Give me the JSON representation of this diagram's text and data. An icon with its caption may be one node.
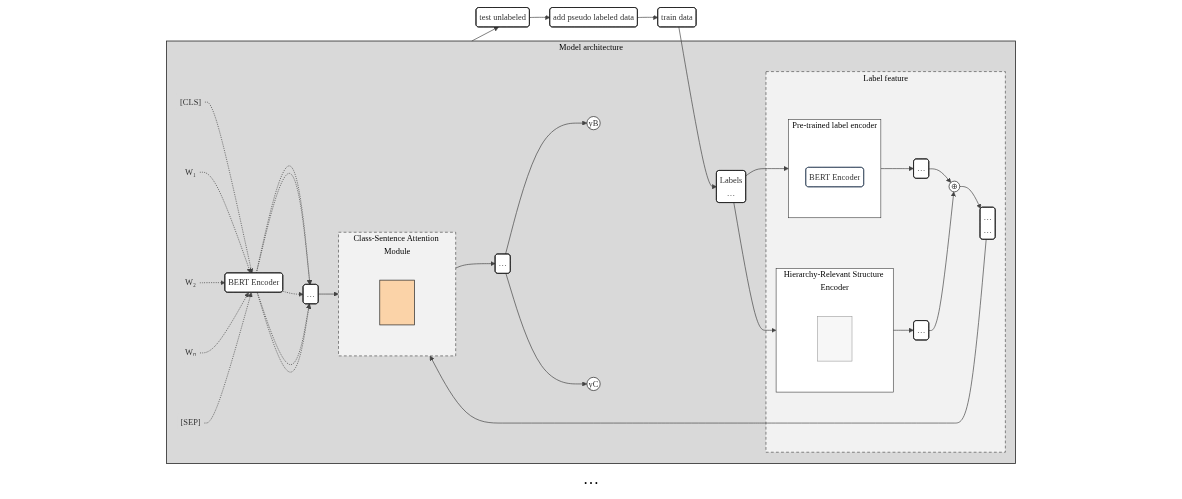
{
  "diagram": {
    "nodes": [
      {
        "text": [
          "train data"
        ]
      },
      {
        "text": [
          "Model architecture"
        ]
      },
      {
        "text": [
          "Labels",
          "…"
        ],
        "in": 1
      },
      {
        "text": [
          "Label feature"
        ],
        "in": 1
      },
      {
        "text": [
          "Pre-trained label encoder"
        ],
        "in": 3
      },
      {
        "text": [
          "BERT Encoder"
        ],
        "in": 4
      },
      {
        "text": [
          "Hierarchy-Relevant Structure Encoder"
        ],
        "in": 3
      },
      {
        "text": [],
        "shape": "box",
        "in": 6
      },
      {
        "text": [
          "…"
        ],
        "in": 3
      },
      {
        "text": [
          "…"
        ],
        "in": 3
      },
      {
        "text": [
          "⊕"
        ],
        "in": 3
      },
      {
        "text": [
          "…",
          "…"
        ],
        "in": 3
      },
      {
        "text": [
          "[CLS]"
        ],
        "in": 1
      },
      {
        "text": [
          "W₁"
        ],
        "in": 1
      },
      {
        "text": [
          "W₂"
        ],
        "in": 1
      },
      {
        "text": [
          "Wₙ"
        ],
        "in": 1
      },
      {
        "text": [
          "[SEP]"
        ],
        "in": 1
      },
      {
        "text": [
          "BERT Encoder"
        ],
        "in": 1
      },
      {
        "text": [
          "…"
        ],
        "in": 1
      },
      {
        "text": [
          "Class-Sentence Attention Module"
        ],
        "in": 1
      },
      {
        "text": [],
        "shape": "box",
        "in": 19
      },
      {
        "text": [
          "…"
        ],
        "in": 1
      },
      {
        "text": [
          "yB"
        ],
        "in": 1
      },
      {
        "text": [
          "yC"
        ],
        "in": 1
      },
      {
        "text": [
          "test unlabeled"
        ]
      },
      {
        "text": [
          "add pseudo labeled data"
        ]
      }
    ],
    "edges": [
      {
        "from": 0,
        "to": 2,
        "arrow": "to"
      },
      {
        "from": 2,
        "to": 4,
        "arrow": "to"
      },
      {
        "from": 2,
        "to": 6,
        "arrow": "to"
      },
      {
        "from": 4,
        "to": 8,
        "arrow": "to"
      },
      {
        "from": 6,
        "to": 9,
        "arrow": "to"
      },
      {
        "from": 8,
        "to": 10,
        "arrow": "to"
      },
      {
        "from": 9,
        "to": 10,
        "arrow": "to"
      },
      {
        "from": 10,
        "to": 11,
        "arrow": "to"
      },
      {
        "from": 11,
        "to": 19,
        "arrow": "to"
      },
      {
        "from": 12,
        "to": 17,
        "arrow": "to",
        "style": "dashed"
      },
      {
        "from": 13,
        "to": 17,
        "arrow": "to",
        "style": "dashed"
      },
      {
        "from": 14,
        "to": 17,
        "arrow": "to",
        "style": "dashed"
      },
      {
        "from": 15,
        "to": 17,
        "arrow": "to",
        "style": "dashed"
      },
      {
        "from": 16,
        "to": 17,
        "arrow": "to",
        "style": "dashed"
      },
      {
        "from": 17,
        "to": 18,
        "arrow": "to",
        "style": "dashed"
      },
      {
        "from": 17,
        "to": 18,
        "arrow": "to",
        "style": "dashed"
      },
      {
        "from": 17,
        "to": 18,
        "arrow": "to",
        "style": "dashed"
      },
      {
        "from": 17,
        "to": 18,
        "arrow": "to",
        "style": "dashed"
      },
      {
        "from": 17,
        "to": 18,
        "arrow": "to",
        "style": "dashed"
      },
      {
        "from": 18,
        "to": 19,
        "arrow": "to"
      },
      {
        "from": 19,
        "to": 21,
        "arrow": "to"
      },
      {
        "from": 21,
        "to": 22,
        "arrow": "to"
      },
      {
        "from": 21,
        "to": 23,
        "arrow": "to"
      },
      {
        "from": 1,
        "to": 24,
        "arrow": "to"
      },
      {
        "from": 24,
        "to": 25,
        "arrow": "to"
      },
      {
        "from": 25,
        "to": 0,
        "arrow": "to"
      }
    ],
    "labels": [
      "…"
    ]
  }
}
